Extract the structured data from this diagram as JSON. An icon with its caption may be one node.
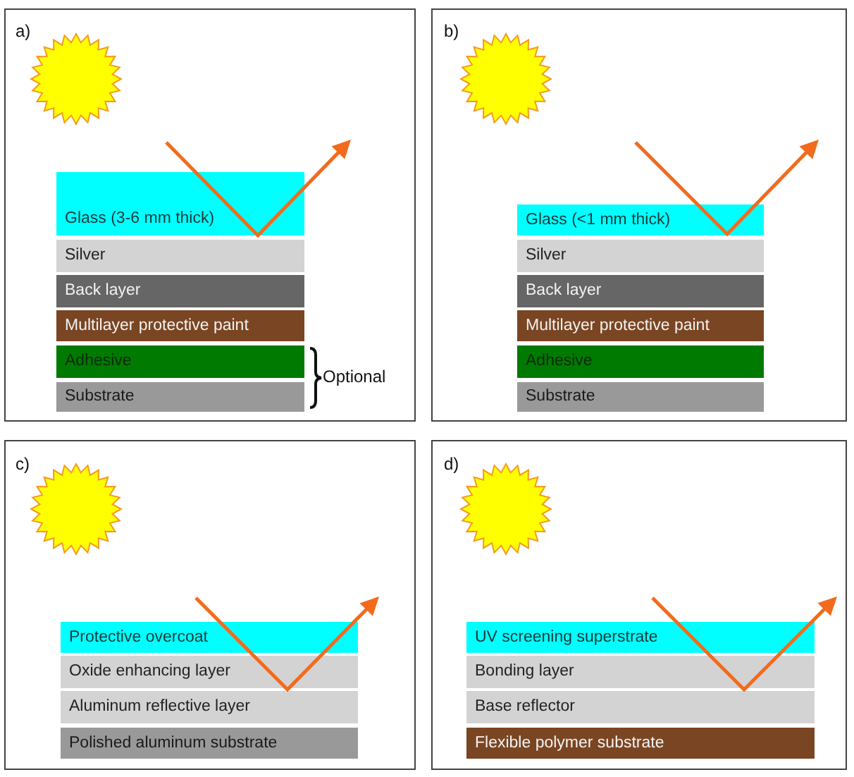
{
  "diagram": {
    "nodes": [
      {
        "text": [
          "a)"
        ]
      },
      {
        "text": [
          "Glass (3-6 mm thick)"
        ],
        "in": 0
      },
      {
        "text": [
          "Silver"
        ],
        "in": 0
      },
      {
        "text": [
          "Back layer"
        ],
        "in": 0
      },
      {
        "text": [
          "Multilayer protective paint"
        ],
        "in": 0
      },
      {
        "text": [
          "Adhesive"
        ],
        "in": 0
      },
      {
        "text": [
          "Substrate"
        ],
        "in": 0
      },
      {
        "text": [
          "b)"
        ]
      },
      {
        "text": [
          "Glass (<1 mm thick)"
        ],
        "in": 7
      },
      {
        "text": [
          "Silver"
        ],
        "in": 7
      },
      {
        "text": [
          "Back layer"
        ],
        "in": 7
      },
      {
        "text": [
          "Multilayer protective paint"
        ],
        "in": 7
      },
      {
        "text": [
          "Adhesive"
        ],
        "in": 7
      },
      {
        "text": [
          "Substrate"
        ],
        "in": 7
      },
      {
        "text": [
          "c)"
        ]
      },
      {
        "text": [
          "Protective overcoat"
        ],
        "in": 14
      },
      {
        "text": [
          "Oxide enhancing layer"
        ],
        "in": 14
      },
      {
        "text": [
          "Aluminum reflective layer"
        ],
        "in": 14
      },
      {
        "text": [
          "Polished aluminum substrate"
        ],
        "in": 14
      },
      {
        "text": [
          "d)"
        ]
      },
      {
        "text": [
          "UV screening superstrate"
        ],
        "in": 19
      },
      {
        "text": [
          "Bonding layer"
        ],
        "in": 19
      },
      {
        "text": [
          "Base reflector"
        ],
        "in": 19
      },
      {
        "text": [
          "Flexible polymer substrate"
        ],
        "in": 19
      }
    ],
    "labels": [
      "Optional"
    ]
  }
}
